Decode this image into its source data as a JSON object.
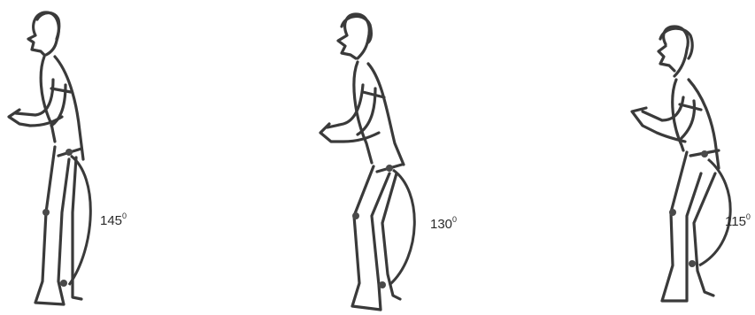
{
  "figures": [
    {
      "angle_value": "145",
      "angle_unit": "0"
    },
    {
      "angle_value": "130",
      "angle_unit": "0"
    },
    {
      "angle_value": "115",
      "angle_unit": "0"
    }
  ]
}
